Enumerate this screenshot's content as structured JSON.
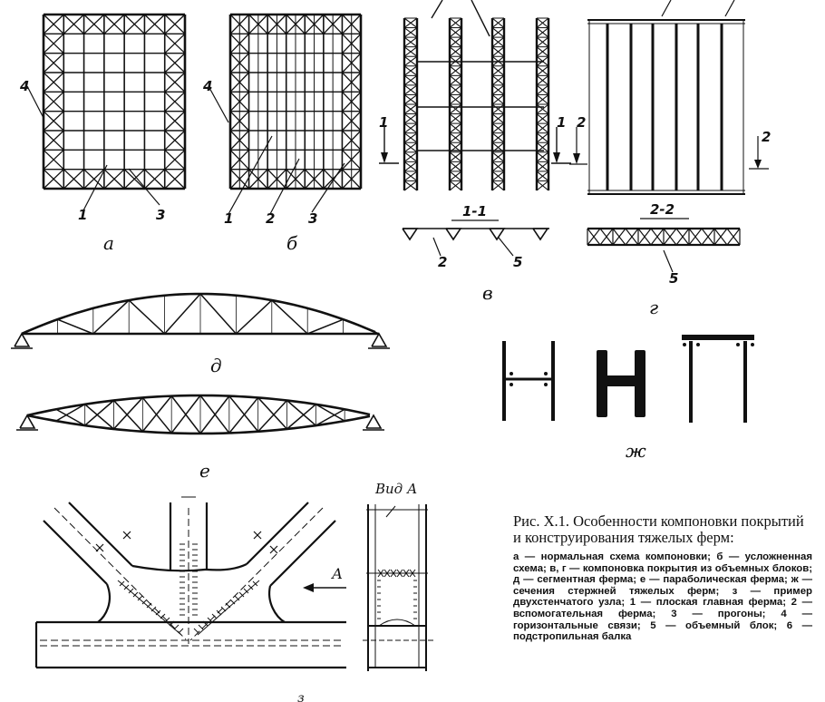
{
  "figure": {
    "labels": {
      "a": "а",
      "b": "б",
      "v": "в",
      "g": "г",
      "d": "д",
      "e": "е",
      "zh": "ж",
      "z": "з"
    },
    "view_label": "Вид А",
    "arrow_label": "А",
    "section_labels": [
      "1-1",
      "2-2"
    ],
    "section_marks": [
      "1",
      "1",
      "2",
      "2"
    ],
    "callouts": {
      "a": [
        "4",
        "1",
        "3"
      ],
      "b": [
        "4",
        "1",
        "2",
        "3"
      ],
      "v": [
        "2",
        "5"
      ],
      "g": [
        "5"
      ]
    }
  },
  "caption": {
    "title": "Рис. X.1. Особенности компоновки покрытий и конструирования тяжелых ферм:",
    "legend": "а — нормальная схема компоновки; б — усложненная схема; в, г — компоновка покрытия из объемных блоков; д — сегментная ферма; е — параболическая ферма; ж — сечения стержней тяжелых ферм; з — пример двухстенчатого узла; 1 — плоская главная ферма; 2 — вспомогательная ферма; 3 — прогоны; 4 — горизонтальные связи; 5 — объемный блок; 6 — подстропильная балка"
  }
}
